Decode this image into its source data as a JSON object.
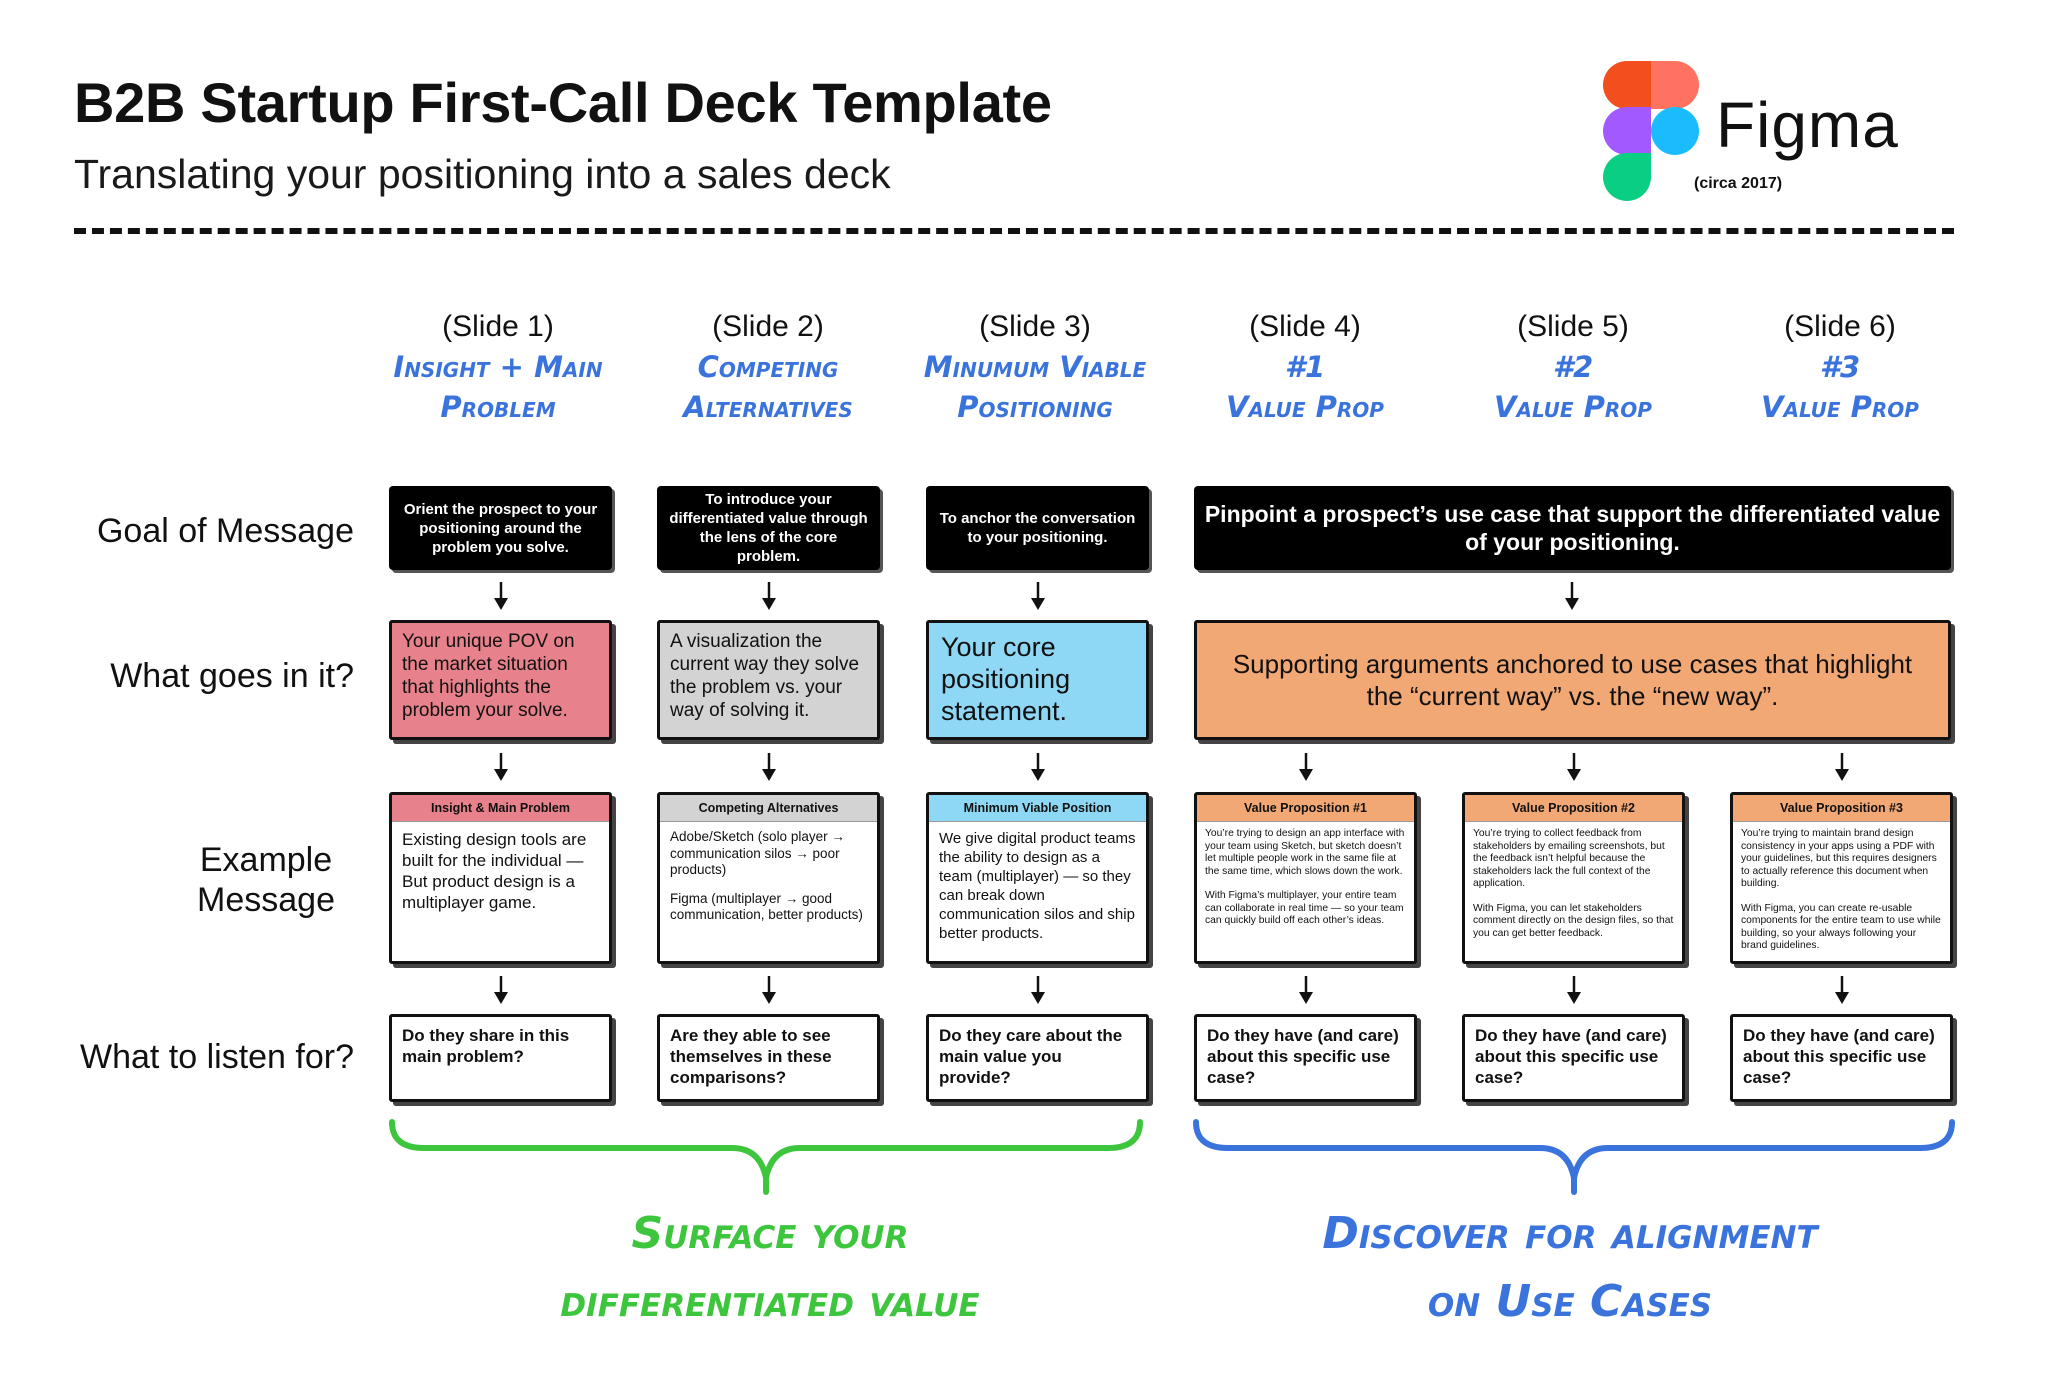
{
  "header": {
    "title": "B2B Startup First-Call Deck Template",
    "subtitle": "Translating your positioning into a sales deck",
    "logo_word": "Figma",
    "logo_note": "(circa 2017)"
  },
  "colors": {
    "accent_blue": "#3b73dc",
    "accent_green": "#3ec53e",
    "pink": "#e7818b",
    "gray": "#d3d3d3",
    "light_blue": "#8fd8f5",
    "orange": "#f2a875"
  },
  "row_labels": {
    "goal": "Goal of Message",
    "content": "What goes in it?",
    "example_line1": "Example",
    "example_line2": "Message",
    "listen": "What to listen for?"
  },
  "columns": [
    {
      "slide": "(Slide 1)",
      "name_line1": "Insight + Main",
      "name_line2": "Problem"
    },
    {
      "slide": "(Slide 2)",
      "name_line1": "Competing",
      "name_line2": "Alternatives"
    },
    {
      "slide": "(Slide 3)",
      "name_line1": "Minumum Viable",
      "name_line2": "Positioning"
    },
    {
      "slide": "(Slide 4)",
      "name_line1": "#1",
      "name_line2": "Value Prop"
    },
    {
      "slide": "(Slide 5)",
      "name_line1": "#2",
      "name_line2": "Value Prop"
    },
    {
      "slide": "(Slide 6)",
      "name_line1": "#3",
      "name_line2": "Value Prop"
    }
  ],
  "goals": [
    "Orient the prospect to your positioning around the problem you solve.",
    "To introduce your differentiated value through the lens of the core problem.",
    "To anchor the conversation to your positioning.",
    "Pinpoint a prospect’s use case that support the differentiated value of your positioning."
  ],
  "contents": [
    "Your unique POV on the market situation that highlights the problem your solve.",
    "A visualization the current way they solve the problem vs. your way of solving it.",
    "Your core positioning statement.",
    "Supporting arguments anchored to use cases that highlight the “current way” vs. the “new way”."
  ],
  "examples": [
    {
      "head": "Insight & Main Problem",
      "p1": "Existing design tools are built for the individual — But product design is a multiplayer game.",
      "p2": ""
    },
    {
      "head": "Competing Alternatives",
      "p1": "Adobe/Sketch (solo player → communication silos → poor products)",
      "p2": "Figma (multiplayer → good communication, better products)"
    },
    {
      "head": "Minimum Viable Position",
      "p1": "We give digital product teams the ability to design as a team (multiplayer) — so they can break down communication silos and ship better products.",
      "p2": ""
    },
    {
      "head": "Value Proposition #1",
      "p1": "You’re trying to design an app interface with your team using Sketch, but sketch doesn’t let multiple people work in the same file at the same time, which slows down the work.",
      "p2": "With Figma’s multiplayer, your entire team can collaborate in real time — so your team can quickly build off each other’s ideas."
    },
    {
      "head": "Value Proposition #2",
      "p1": "You’re trying to collect feedback from stakeholders by emailing screenshots, but the feedback isn’t helpful because the stakeholders lack the full context of the application.",
      "p2": "With Figma, you can let stakeholders comment directly on the design files, so that you can get better feedback."
    },
    {
      "head": "Value Proposition #3",
      "p1": "You’re trying to maintain brand design consistency in your apps using a PDF with your guidelines, but this requires designers to actually reference this document when building.",
      "p2": "With Figma, you can create re-usable components for the entire team to use while building, so your always following your brand guidelines."
    }
  ],
  "listen": [
    "Do they share in this main problem?",
    "Are they able to see themselves in these comparisons?",
    "Do they care about the main value you provide?",
    "Do they have (and care) about this specific use case?",
    "Do they have (and care) about this specific use case?",
    "Do they have (and care) about this specific use case?"
  ],
  "bottom": {
    "left_line1": "Surface your",
    "left_line2": "differentiated value",
    "right_line1": "Discover for alignment",
    "right_line2": "on Use Cases"
  }
}
